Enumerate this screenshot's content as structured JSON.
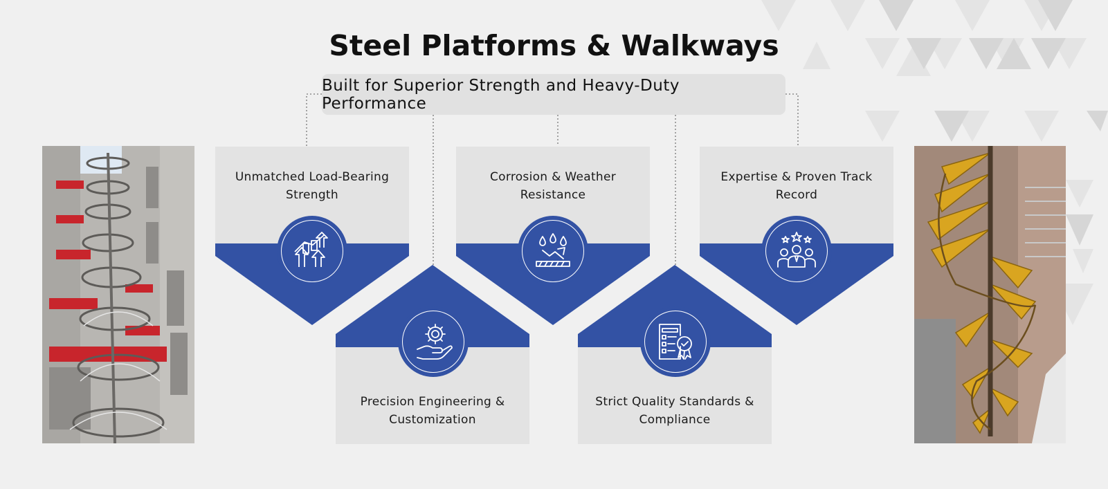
{
  "heading": {
    "title": "Steel Platforms & Walkways",
    "subtitle": "Built for Superior Strength and Heavy-Duty Performance"
  },
  "colors": {
    "accent_blue": "#3352a4",
    "card_gray": "#e3e3e3",
    "background": "#f0f0f0",
    "rail_red": "#c8252c",
    "stair_yellow": "#d9a520"
  },
  "features": [
    {
      "label": "Unmatched Load-Bearing Strength",
      "icon": "growth-arrows-icon"
    },
    {
      "label": "Precision Engineering & Customization",
      "icon": "gear-hand-icon"
    },
    {
      "label": "Corrosion & Weather Resistance",
      "icon": "water-resistance-icon"
    },
    {
      "label": "Strict Quality Standards & Compliance",
      "icon": "certified-document-icon"
    },
    {
      "label": "Expertise & Proven Track Record",
      "icon": "expert-team-icon"
    }
  ],
  "photos": {
    "left": "spiral-staircase-building-photo",
    "right": "yellow-spiral-staircase-photo"
  }
}
